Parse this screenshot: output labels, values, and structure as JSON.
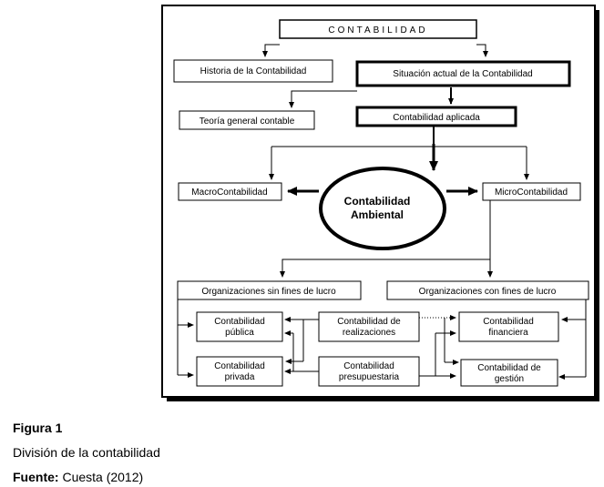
{
  "diagram": {
    "title": "CONTABILIDAD",
    "historia": "Historia de la Contabilidad",
    "situacion": "Situación actual de la Contabilidad",
    "teoria": "Teoría general contable",
    "aplicada": "Contabilidad aplicada",
    "macro": "MacroContabilidad",
    "micro": "MicroContabilidad",
    "ambiental_line1": "Contabilidad",
    "ambiental_line2": "Ambiental",
    "sin_fines": "Organizaciones sin fines de lucro",
    "con_fines": "Organizaciones con fines de lucro",
    "publica_line1": "Contabilidad",
    "publica_line2": "pública",
    "privada_line1": "Contabilidad",
    "privada_line2": "privada",
    "realizaciones_line1": "Contabilidad de",
    "realizaciones_line2": "realizaciones",
    "presupuestaria_line1": "Contabilidad",
    "presupuestaria_line2": "presupuestaria",
    "financiera_line1": "Contabilidad",
    "financiera_line2": "financiera",
    "gestion_line1": "Contabilidad de",
    "gestion_line2": "gestión"
  },
  "caption": {
    "figure_label": "Figura 1",
    "description": "División de la contabilidad",
    "source_label": "Fuente:",
    "source_text": " Cuesta (2012)"
  }
}
